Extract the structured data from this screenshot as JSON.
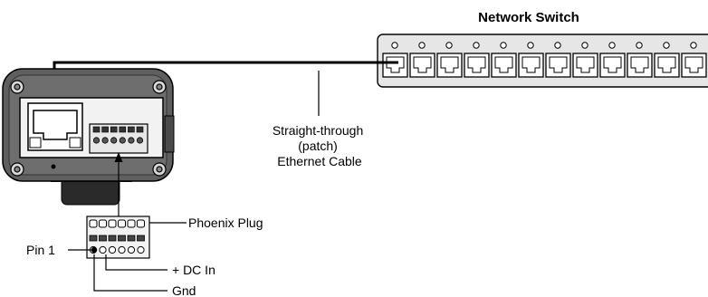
{
  "labels": {
    "switch_title": "Network Switch",
    "cable_line1": "Straight-through",
    "cable_line2": "(patch)",
    "cable_line3": "Ethernet Cable",
    "phoenix_plug": "Phoenix Plug",
    "pin1": "Pin 1",
    "dc_in": "+ DC In",
    "gnd": "Gnd"
  }
}
